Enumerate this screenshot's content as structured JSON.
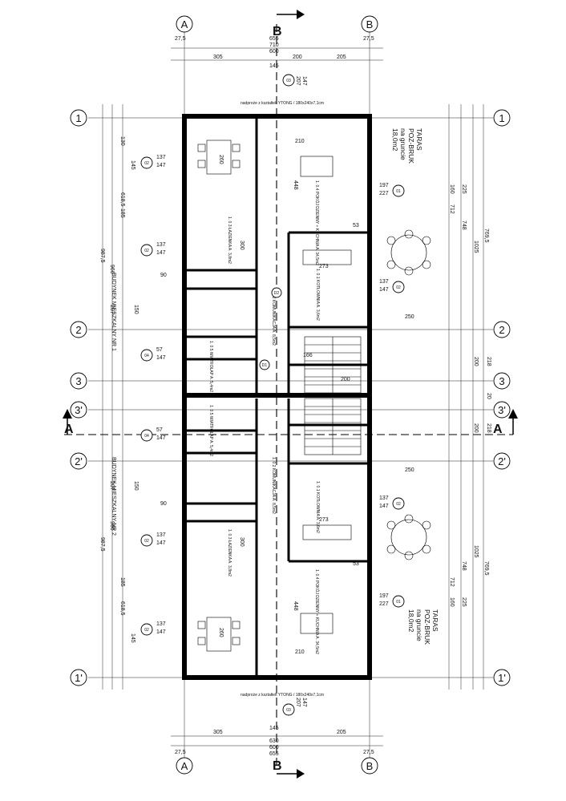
{
  "axes": {
    "col_A": "A",
    "col_B": "B",
    "row_1": "1",
    "row_2": "2",
    "row_3": "3",
    "row_3p": "3'",
    "row_2p": "2'",
    "row_1p": "1'"
  },
  "sections": {
    "a": "A",
    "b": "B"
  },
  "dims_top": {
    "d275l": "27,5",
    "d655": "655",
    "d275r": "27,5",
    "d710": "710",
    "d600": "600",
    "d305": "305",
    "d205": "205",
    "d145": "145",
    "d200": "200",
    "d630": "630"
  },
  "dims_left": {
    "d9875": "987,5",
    "d207": "207",
    "d966": "966",
    "d6185": "618,5",
    "d145": "145",
    "d130": "130",
    "d185": "185",
    "d90": "90",
    "d150": "150"
  },
  "dims_right": {
    "d7695": "769,5",
    "d1025": "1025",
    "d748": "748",
    "d712": "712",
    "d225": "225",
    "d160": "160",
    "d218": "218",
    "d200": "200",
    "d20": "20",
    "d250": "250"
  },
  "rooms": {
    "r1_num": "02",
    "r1_a": "137",
    "r1_b": "147",
    "r2_num": "02",
    "r2_a": "137",
    "r2_b": "147",
    "r3_num": "04",
    "r3_a": "57",
    "r3_b": "147",
    "r4_num": "04",
    "r4_a": "57",
    "r4_b": "147",
    "r5_num": "02",
    "r5_a": "137",
    "r5_b": "147",
    "r6_num": "02",
    "r6_a": "137",
    "r6_b": "147",
    "r7_num": "01",
    "r7_a": "197",
    "r7_b": "227",
    "r8_num": "02",
    "r8_a": "137",
    "r8_b": "147",
    "r9_num": "02",
    "r9_a": "137",
    "r9_b": "147",
    "r10_num": "01",
    "r10_a": "197",
    "r10_b": "227",
    "r11_num": "03",
    "r11_a": "207",
    "r11_b": "147",
    "r12_num": "03",
    "r12_a": "207",
    "r12_b": "147"
  },
  "labels": {
    "taras_top": "TARAS",
    "taras_top_2": "POZ-BRUK",
    "taras_top_3": "na gruncie",
    "taras_top_4": "18,0m2",
    "taras_bot": "TARAS",
    "taras_bot_2": "POZ-BRUK",
    "taras_bot_3": "na gruncie",
    "taras_bot_4": "18,0m2",
    "budynek_1": "BUDYNEK MIESZKALNY NR 1",
    "budynek_2": "BUDYNEK MIESZKALNY NR 2",
    "nadproze_top": "nadproże z kształtek YTONG / 180x240x7,1cm",
    "nadproze_bot": "nadproże z kształtek YTONG / 180x240x7,1cm",
    "salon_top": "1. 0.4 POKÓJ DZIENNY + KUCHNIA A. 34,5m2",
    "salon_bot": "1. 0.4 POKÓJ DZIENNY + KUCHNIA A. 34,5m2",
    "wc_top": "1. 0.3 ŁAZIENKA A. 3,8m2",
    "wc_bot": "1. 0.3 ŁAZIENKA A. 3,8m2",
    "kot_top": "1. 0.1 KOTŁOWNIA A. 3,6m2",
    "kot_bot": "1. 0.1 KOTŁOWNIA A. 3,6m2",
    "kom_top": "1. 0.2 KOMUNIKACJA A. 8,5m2",
    "kom_bot": "1. 0.2 KOMUNIKACJA A. 8,5m2",
    "hall_top": "1. 0.5 WIATROŁAP A. 5,4m2",
    "hall_bot": "1. 0.5 WIATROŁAP A. 5,4m2",
    "d1": "D1",
    "d2": "D2",
    "n53": "53",
    "n53b": "53",
    "n448": "448",
    "n448b": "448",
    "n300": "300",
    "n300b": "300",
    "n260": "260",
    "n260b": "260",
    "n210": "210",
    "n210b": "210",
    "n273": "273",
    "n273b": "273",
    "n166": "166",
    "n200": "200"
  }
}
